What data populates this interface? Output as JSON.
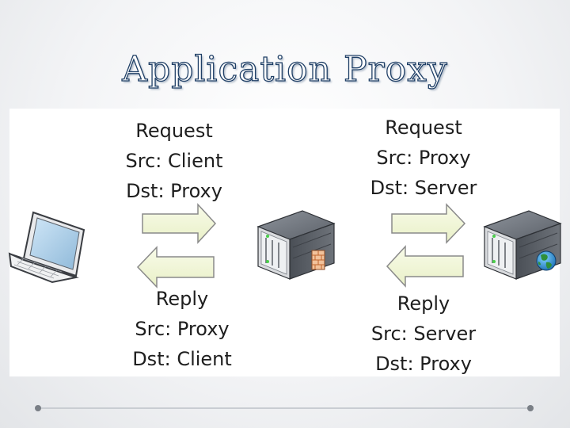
{
  "title": "Application Proxy",
  "left_request": {
    "line1": "Request",
    "line2": "Src: Client",
    "line3": "Dst: Proxy"
  },
  "left_reply": {
    "line1": "Reply",
    "line2": "Src: Proxy",
    "line3": "Dst: Client"
  },
  "right_request": {
    "line1": "Request",
    "line2": "Src: Proxy",
    "line3": "Dst: Server"
  },
  "right_reply": {
    "line1": "Reply",
    "line2": "Src: Server",
    "line3": "Dst: Proxy"
  },
  "icons": [
    "laptop-icon",
    "proxy-server-icon",
    "firewall-icon",
    "web-server-icon",
    "globe-icon"
  ],
  "colors": {
    "title_outline": "#1f3f66",
    "arrow_fill": "#f2f7d8",
    "arrow_stroke": "#8a8a8a",
    "server_body": "#6b7077",
    "globe": "#2f8f3a"
  }
}
